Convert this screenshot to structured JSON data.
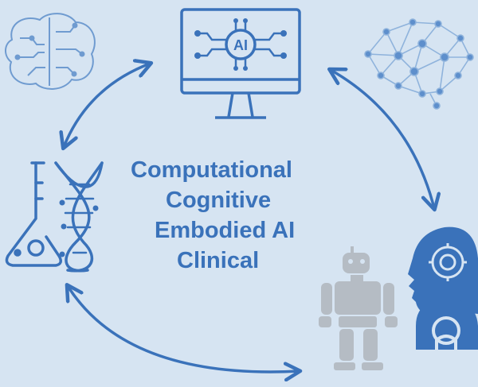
{
  "labels": [
    "Computational",
    "Cognitive",
    "Embodied AI",
    "Clinical"
  ],
  "monitor": {
    "badge": "AI"
  },
  "colors": {
    "background": "#d6e4f2",
    "primary": "#3a72ba",
    "light": "#8fb3dc",
    "robot_gray": "#b5bcc4"
  },
  "icons": {
    "top": "ai-monitor-icon",
    "top_left": "brain-circuit-icon",
    "top_right": "neural-network-brain-icon",
    "left": "lab-flask-dna-icon",
    "right_front": "ai-head-profile-icon",
    "right_back": "humanoid-robot-icon"
  }
}
